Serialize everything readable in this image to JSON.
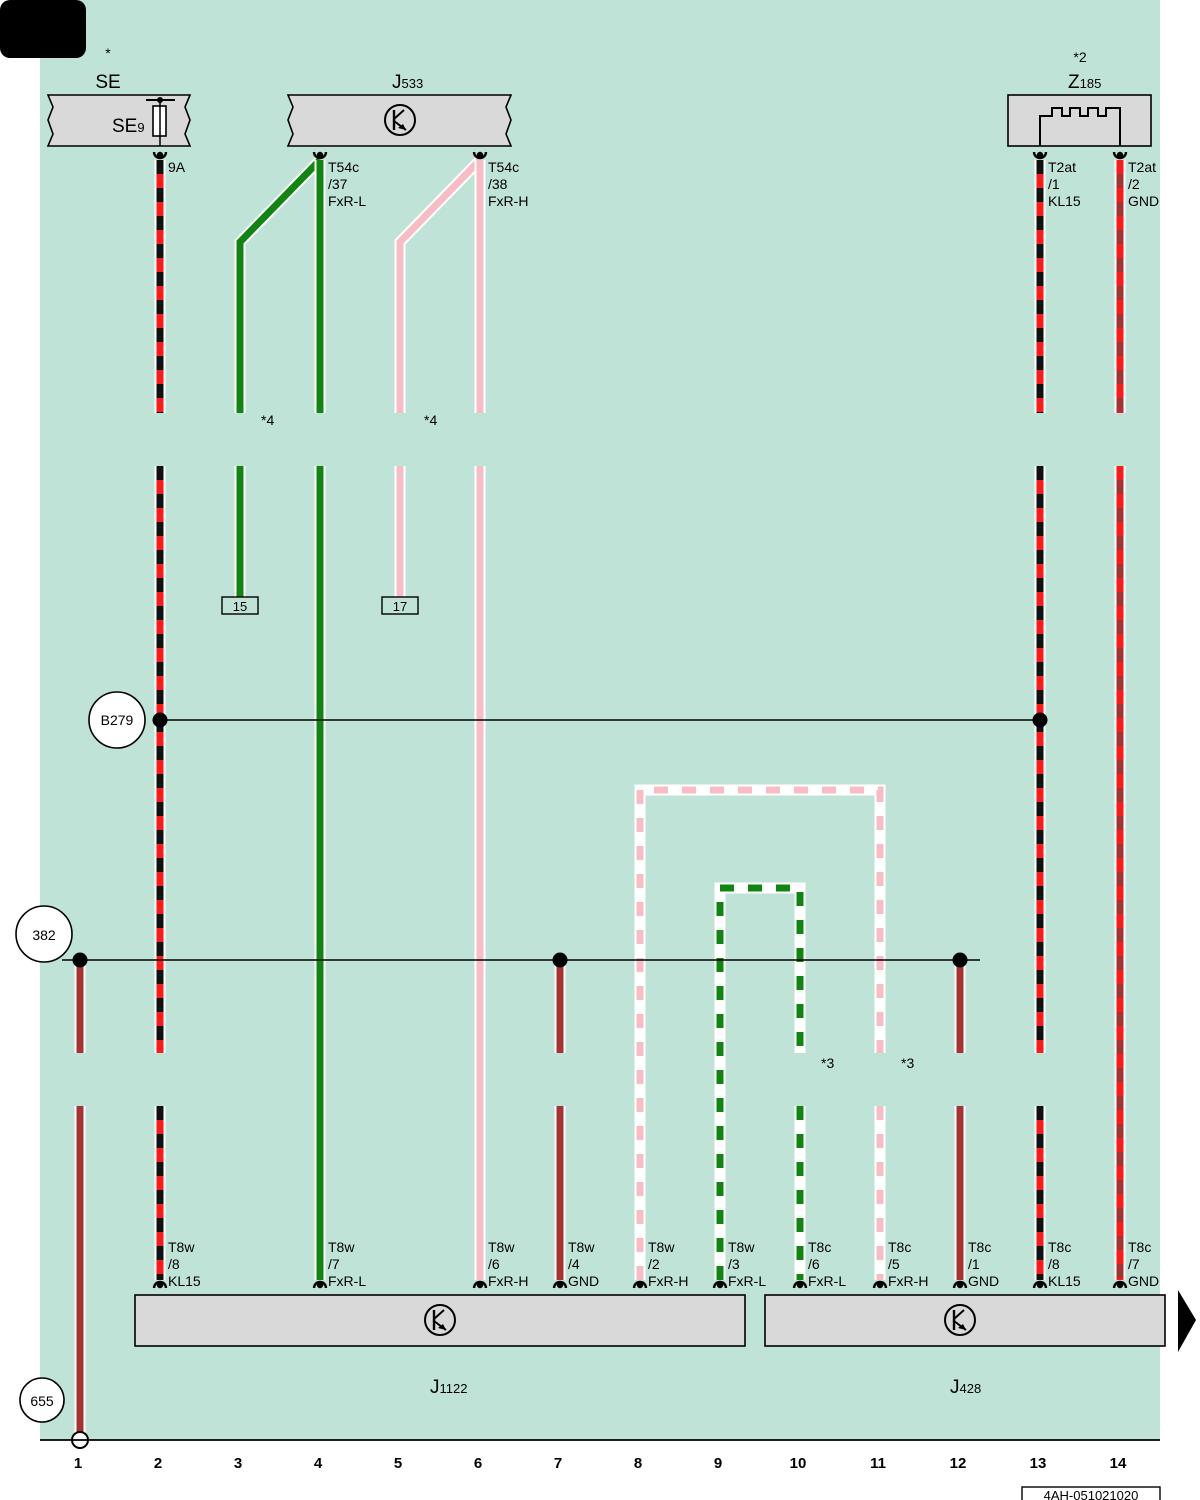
{
  "page_tab": "",
  "components": {
    "se": {
      "star": "*",
      "label": "SE",
      "fuse_main": "SE",
      "fuse_sub": "9",
      "pin": "9A"
    },
    "j533": {
      "main": "J",
      "sub": "533"
    },
    "z185": {
      "star": "*2",
      "main": "Z",
      "sub": "185"
    },
    "j1122": {
      "main": "J",
      "sub": "1122"
    },
    "j428": {
      "main": "J",
      "sub": "428"
    }
  },
  "top_pins": {
    "j533_37": [
      "T54c",
      "/37",
      "FxR-L"
    ],
    "j533_38": [
      "T54c",
      "/38",
      "FxR-H"
    ],
    "z185_1": [
      "T2at",
      "/1",
      "KL15"
    ],
    "z185_2": [
      "T2at",
      "/2",
      "GND"
    ]
  },
  "bottom_pins": {
    "c2": [
      "T8w",
      "/8",
      "KL15"
    ],
    "c4": [
      "T8w",
      "/7",
      "FxR-L"
    ],
    "c6": [
      "T8w",
      "/6",
      "FxR-H"
    ],
    "c7": [
      "T8w",
      "/4",
      "GND"
    ],
    "c8": [
      "T8w",
      "/2",
      "FxR-H"
    ],
    "c9": [
      "T8w",
      "/3",
      "FxR-L"
    ],
    "c10": [
      "T8c",
      "/6",
      "FxR-L"
    ],
    "c11": [
      "T8c",
      "/5",
      "FxR-H"
    ],
    "c12": [
      "T8c",
      "/1",
      "GND"
    ],
    "c13": [
      "T8c",
      "/8",
      "KL15"
    ],
    "c14": [
      "T8c",
      "/7",
      "GND"
    ]
  },
  "notes": {
    "n4a": "*4",
    "n4b": "*4",
    "n3a": "*3",
    "n3b": "*3"
  },
  "refs": {
    "r15": "15",
    "r17": "17"
  },
  "nodes": {
    "b279": "B279",
    "n382": "382",
    "n655": "655"
  },
  "columns": [
    "1",
    "2",
    "3",
    "4",
    "5",
    "6",
    "7",
    "8",
    "9",
    "10",
    "11",
    "12",
    "13",
    "14"
  ],
  "doc_id": "4AH-051021020",
  "colors": {
    "background": "#bfe3d6",
    "red": "#ff1a1a",
    "black": "#111111",
    "green": "#118511",
    "pink": "#f8bcc4",
    "brown": "#a83232",
    "white": "#ffffff",
    "box": "#d9d9d9"
  }
}
